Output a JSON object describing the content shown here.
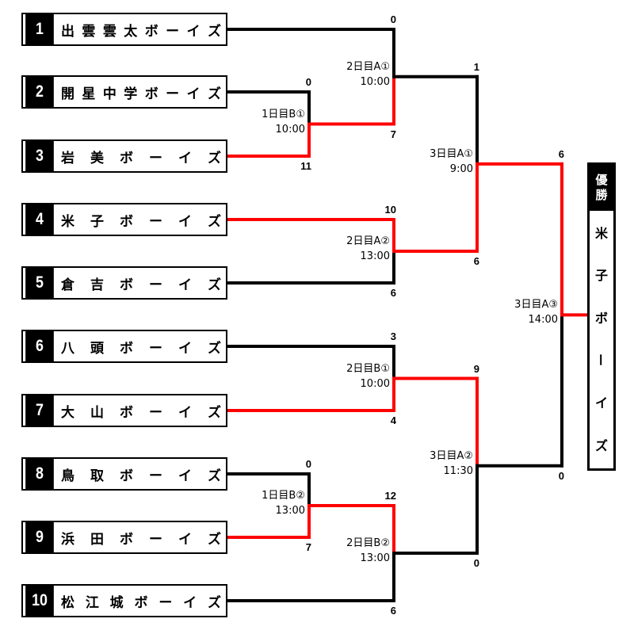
{
  "teams": [
    {
      "seed": "1",
      "name": "出雲雲太ボーイズ"
    },
    {
      "seed": "2",
      "name": "開星中学ボーイズ"
    },
    {
      "seed": "3",
      "name": "岩美ボーイズ"
    },
    {
      "seed": "4",
      "name": "米子ボーイズ"
    },
    {
      "seed": "5",
      "name": "倉吉ボーイズ"
    },
    {
      "seed": "6",
      "name": "八頭ボーイズ"
    },
    {
      "seed": "7",
      "name": "大山ボーイズ"
    },
    {
      "seed": "8",
      "name": "鳥取ボーイズ"
    },
    {
      "seed": "9",
      "name": "浜田ボーイズ"
    },
    {
      "seed": "10",
      "name": "松江城ボーイズ"
    }
  ],
  "matches": [
    {
      "id": "d1b1",
      "label": "1日目B①",
      "time": "10:00",
      "top_score": "0",
      "bottom_score": "11",
      "winner": "bottom"
    },
    {
      "id": "d1b2",
      "label": "1日目B②",
      "time": "13:00",
      "top_score": "0",
      "bottom_score": "7",
      "winner": "bottom"
    },
    {
      "id": "d2a1",
      "label": "2日目A①",
      "time": "10:00",
      "top_score": "0",
      "bottom_score": "7",
      "winner": "bottom"
    },
    {
      "id": "d2a2",
      "label": "2日目A②",
      "time": "13:00",
      "top_score": "10",
      "bottom_score": "6",
      "winner": "top"
    },
    {
      "id": "d2b1",
      "label": "2日目B①",
      "time": "10:00",
      "top_score": "3",
      "bottom_score": "4",
      "winner": "bottom"
    },
    {
      "id": "d2b2",
      "label": "2日目B②",
      "time": "13:00",
      "top_score": "12",
      "bottom_score": "6",
      "winner": "top"
    },
    {
      "id": "d3a1",
      "label": "3日目A①",
      "time": "9:00",
      "top_score": "1",
      "bottom_score": "6",
      "winner": "bottom"
    },
    {
      "id": "d3a2",
      "label": "3日目A②",
      "time": "11:30",
      "top_score": "9",
      "bottom_score": "0",
      "winner": "top"
    },
    {
      "id": "d3a3",
      "label": "3日目A③",
      "time": "14:00",
      "top_score": "6",
      "bottom_score": "0",
      "winner": "top"
    }
  ],
  "champion": {
    "heading_chars": [
      "優",
      "勝"
    ],
    "name_chars": [
      "米",
      "子",
      "ボ",
      "ー",
      "イ",
      "ズ"
    ]
  },
  "colors": {
    "winner_line": "#ff0000",
    "loser_line": "#000000"
  }
}
